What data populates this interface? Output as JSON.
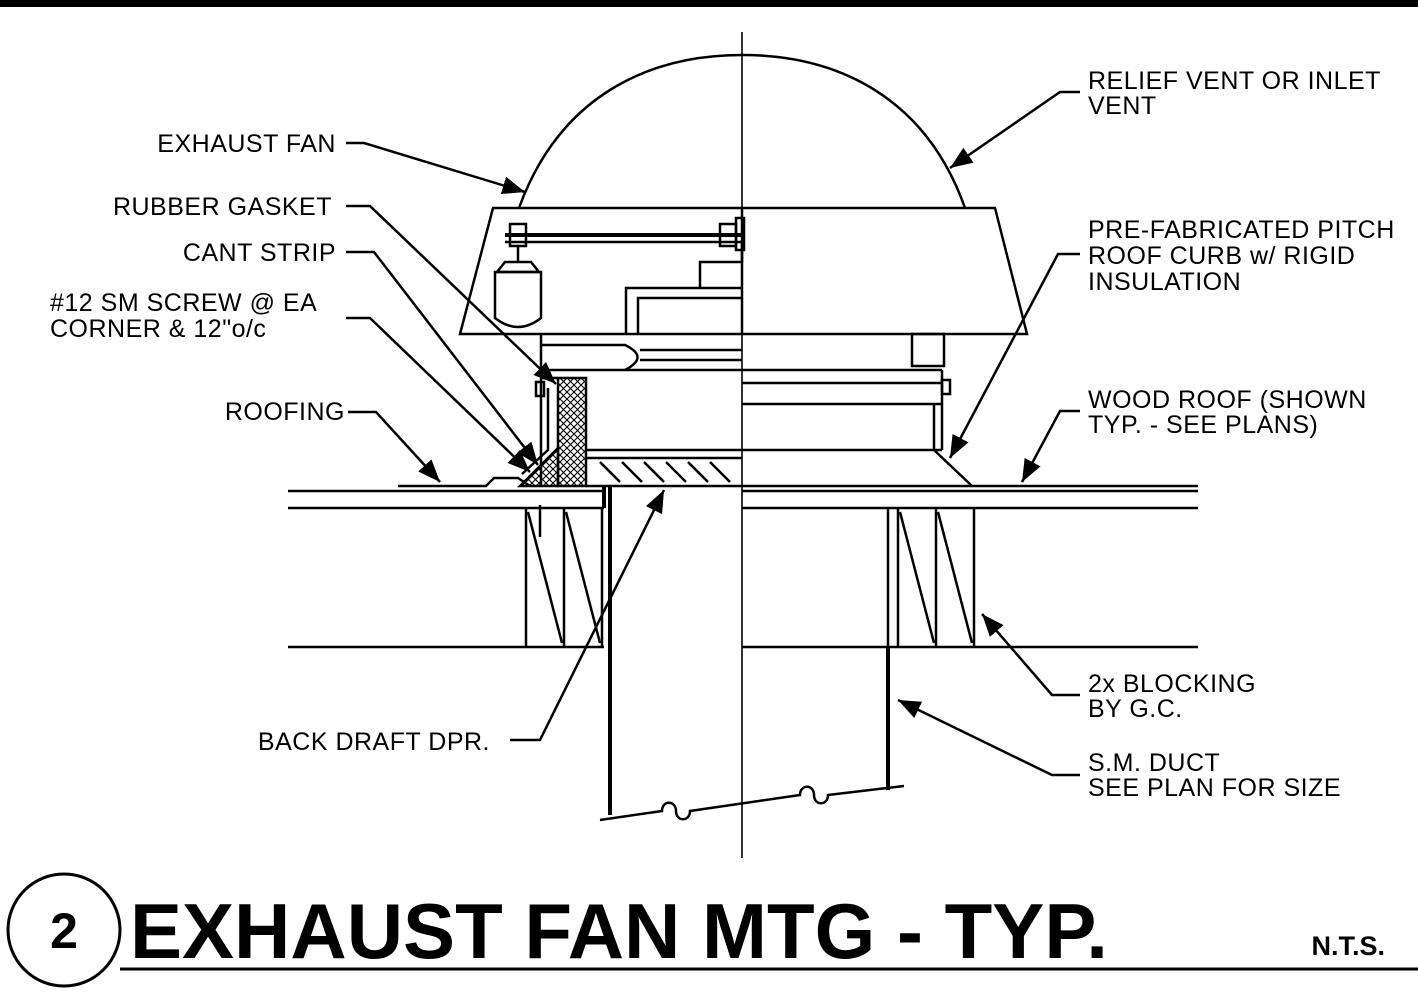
{
  "title": {
    "detail_number": "2",
    "text": "EXHAUST FAN MTG - TYP.",
    "scale": "N.T.S."
  },
  "labels": {
    "exhaust_fan": "EXHAUST FAN",
    "rubber_gasket": "RUBBER GASKET",
    "cant_strip": "CANT STRIP",
    "screw_line1": "#12 SM SCREW @ EA",
    "screw_line2": "CORNER & 12\"o/c",
    "roofing": "ROOFING",
    "back_draft": "BACK DRAFT DPR.",
    "relief_line1": "RELIEF VENT OR INLET",
    "relief_line2": "VENT",
    "curb_line1": "PRE-FABRICATED PITCH",
    "curb_line2": "ROOF CURB w/ RIGID",
    "curb_line3": "INSULATION",
    "wood_line1": "WOOD ROOF (SHOWN",
    "wood_line2": "TYP. - SEE PLANS)",
    "blocking_line1": "2x BLOCKING",
    "blocking_line2": "BY G.C.",
    "duct_line1": "S.M. DUCT",
    "duct_line2": "SEE PLAN FOR SIZE"
  }
}
